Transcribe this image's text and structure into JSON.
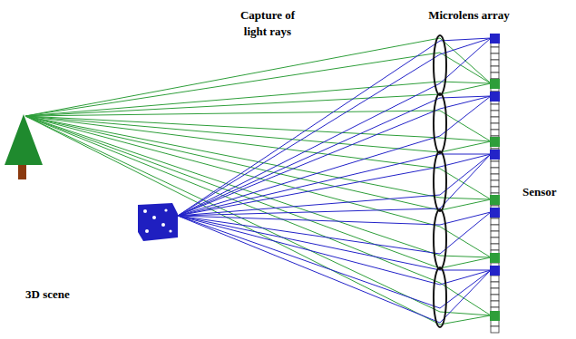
{
  "diagram": {
    "labels": [
      "Capture of light rays",
      "Microlens array",
      "Sensor",
      "3D scene"
    ]
  }
}
